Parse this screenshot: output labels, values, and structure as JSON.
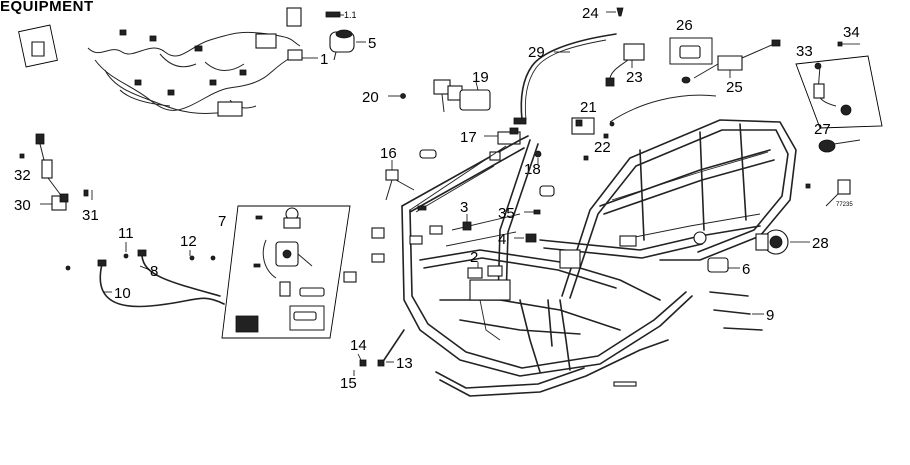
{
  "title": "EQUIPMENT",
  "callouts": {
    "c1": "1",
    "c1_1": "1.1",
    "c2": "2",
    "c3": "3",
    "c4": "4",
    "c5": "5",
    "c6": "6",
    "c7": "7",
    "c8": "8",
    "c9": "9",
    "c10": "10",
    "c11": "11",
    "c12": "12",
    "c13": "13",
    "c14": "14",
    "c15": "15",
    "c16": "16",
    "c17": "17",
    "c18": "18",
    "c19": "19",
    "c20": "20",
    "c21": "21",
    "c22": "22",
    "c23": "23",
    "c24": "24",
    "c25": "25",
    "c26": "26",
    "c27": "27",
    "c28": "28",
    "c29": "29",
    "c30": "30",
    "c31": "31",
    "c32": "32",
    "c33": "33",
    "c34": "34",
    "c35": "35"
  },
  "small_code": "77235",
  "icons": [
    "wire-harness-icon",
    "ignition-coil-icon",
    "frame-body-icon",
    "lock-set-icon",
    "cable-icon",
    "relay-icon",
    "horn-icon",
    "sensor-icon",
    "bolt-icon",
    "clamp-icon"
  ]
}
